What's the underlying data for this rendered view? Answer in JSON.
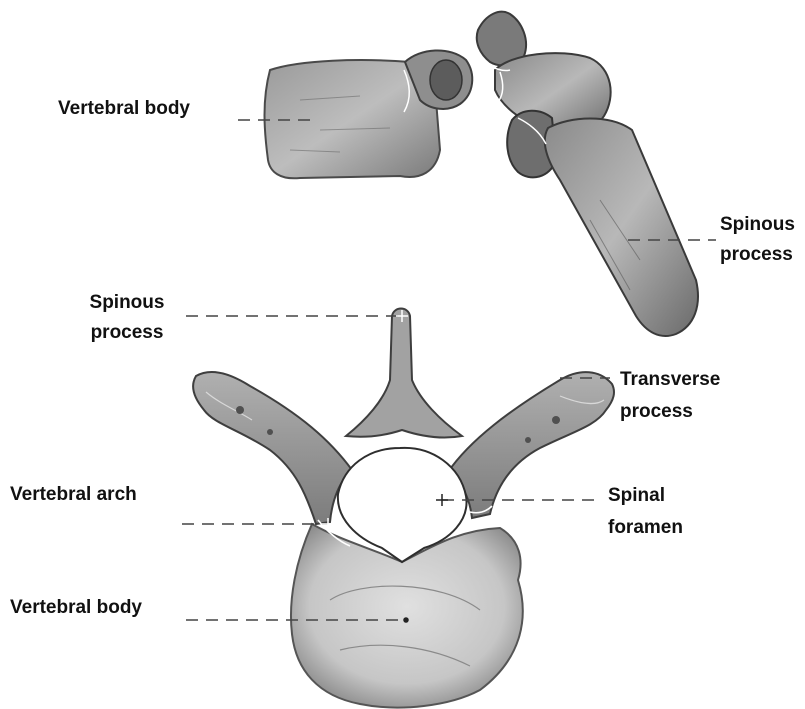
{
  "labels": {
    "lateral_body": "Vertebral body",
    "lateral_spinous": [
      "Spinous",
      "process"
    ],
    "superior_spinous": [
      "Spinous",
      "process"
    ],
    "transverse": [
      "Transverse",
      "process"
    ],
    "vertebral_arch": "Vertebral arch",
    "spinal_foramen": [
      "Spinal",
      "foramen"
    ],
    "superior_body": "Vertebral body"
  },
  "colors": {
    "bone_light": "#d9d9d9",
    "bone_mid": "#a8a8a8",
    "bone_dark": "#6e6e6e",
    "bone_shadow": "#4a4a4a",
    "leader_line": "#444444"
  }
}
